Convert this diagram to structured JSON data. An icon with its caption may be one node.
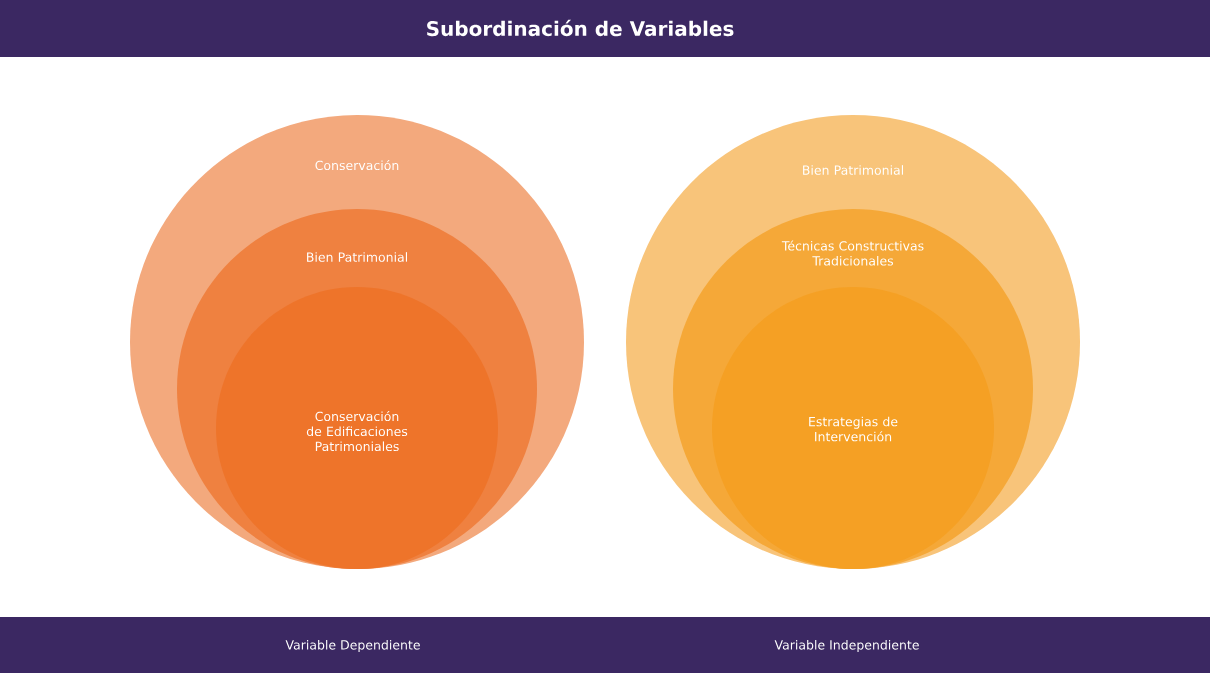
{
  "diagram": {
    "title": "Subordinación de Variables",
    "nodes": [
      {
        "text": [
          "Conservación"
        ]
      },
      {
        "text": [
          "Bien Patrimonial"
        ],
        "in": 0
      },
      {
        "text": [
          "Conservación de Edificaciones Patrimoniales"
        ],
        "in": 1
      },
      {
        "text": [
          "Bien Patrimonial"
        ]
      },
      {
        "text": [
          "Técnicas Constructivas Tradicionales"
        ],
        "in": 3
      },
      {
        "text": [
          "Estrategias de Intervención"
        ],
        "in": 4
      }
    ],
    "labels": [
      "Variable Dependiente",
      "Variable Independiente"
    ]
  }
}
